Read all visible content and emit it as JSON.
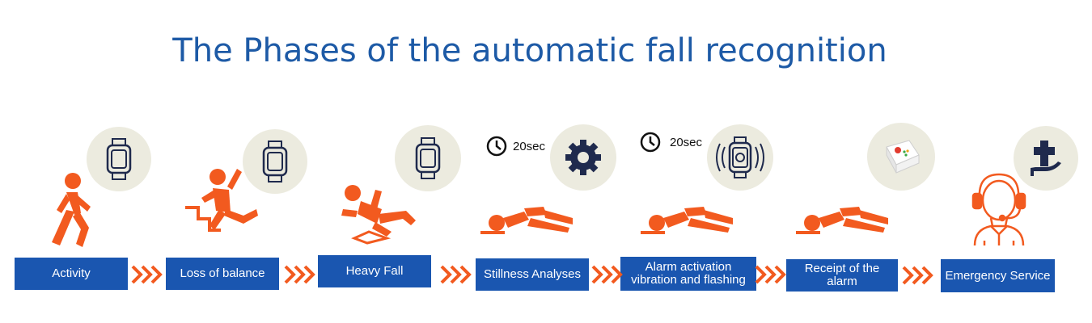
{
  "title": "The Phases of the automatic fall recognition",
  "phases": [
    {
      "label": "Activity"
    },
    {
      "label": "Loss of balance"
    },
    {
      "label": "Heavy Fall"
    },
    {
      "label": "Stillness Analyses"
    },
    {
      "label": "Alarm activation vibration and flashing"
    },
    {
      "label": "Receipt of the alarm"
    },
    {
      "label": "Emergency Service"
    }
  ],
  "timers": [
    {
      "text": "20sec"
    },
    {
      "text": "20sec"
    }
  ],
  "colors": {
    "accent_orange": "#f25a1f",
    "box_blue": "#1a56b0",
    "title_blue": "#1d5aa6",
    "icon_navy": "#1f2a4d",
    "circle_bg": "#ecebdf"
  },
  "icons": [
    "person-walking-icon",
    "smartwatch-icon",
    "person-stumbling-stairs-icon",
    "person-falling-icon",
    "person-lying-icon",
    "gear-icon",
    "clock-icon",
    "vibrating-watch-icon",
    "alarm-device-icon",
    "call-center-agent-icon",
    "medical-cross-hand-icon",
    "chevron-arrows-icon"
  ]
}
